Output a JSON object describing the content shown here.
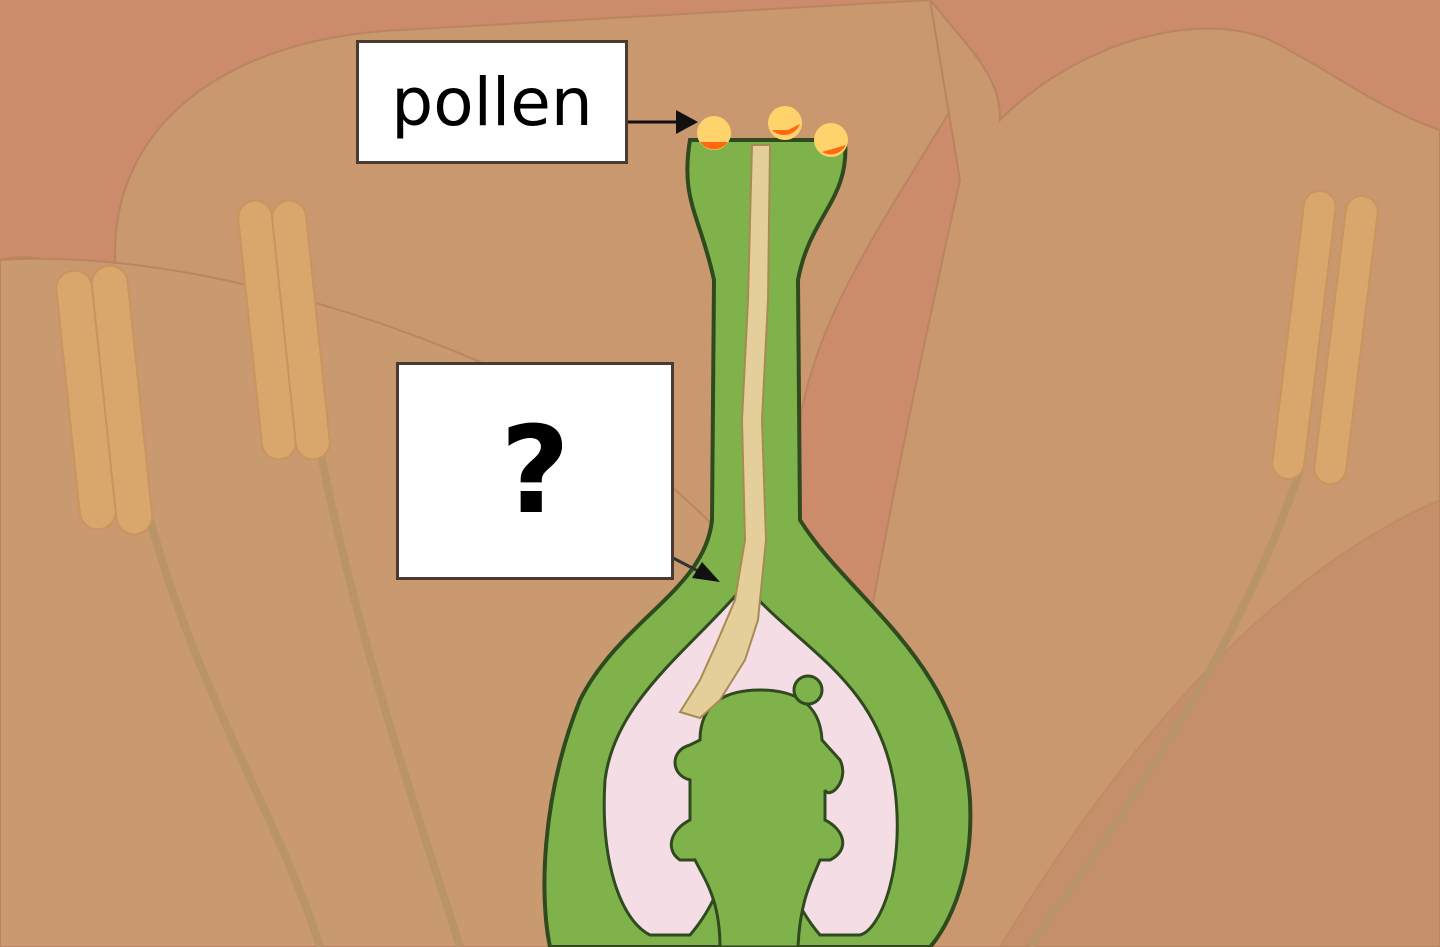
{
  "diagram": {
    "title": "Pollination of flower pistil",
    "labels": [
      {
        "id": "pollen",
        "text": "pollen",
        "points_to": "pollen grains on stigma"
      },
      {
        "id": "unknown",
        "text": "?",
        "points_to": "pollen tube in style entering ovary"
      }
    ],
    "parts": [
      "petals",
      "stamens (anthers + filaments)",
      "stigma",
      "pollen grains",
      "style",
      "pollen tube",
      "ovary",
      "ovule"
    ]
  },
  "colors": {
    "background_petal_dark": "#cc8b6b",
    "petal": "#c9986e",
    "anther": "#d9a66c",
    "filament": "#b99468",
    "pistil_green": "#7fb24b",
    "pistil_outline": "#2f4a1e",
    "ovary_inner": "#f5dde6",
    "pollen_tube": "#e4cf9a",
    "pollen_yellow": "#ffd36b",
    "pollen_orange": "#ff6a10",
    "label_bg": "#ffffff",
    "label_border": "#4a3a30",
    "arrow": "#111111"
  }
}
